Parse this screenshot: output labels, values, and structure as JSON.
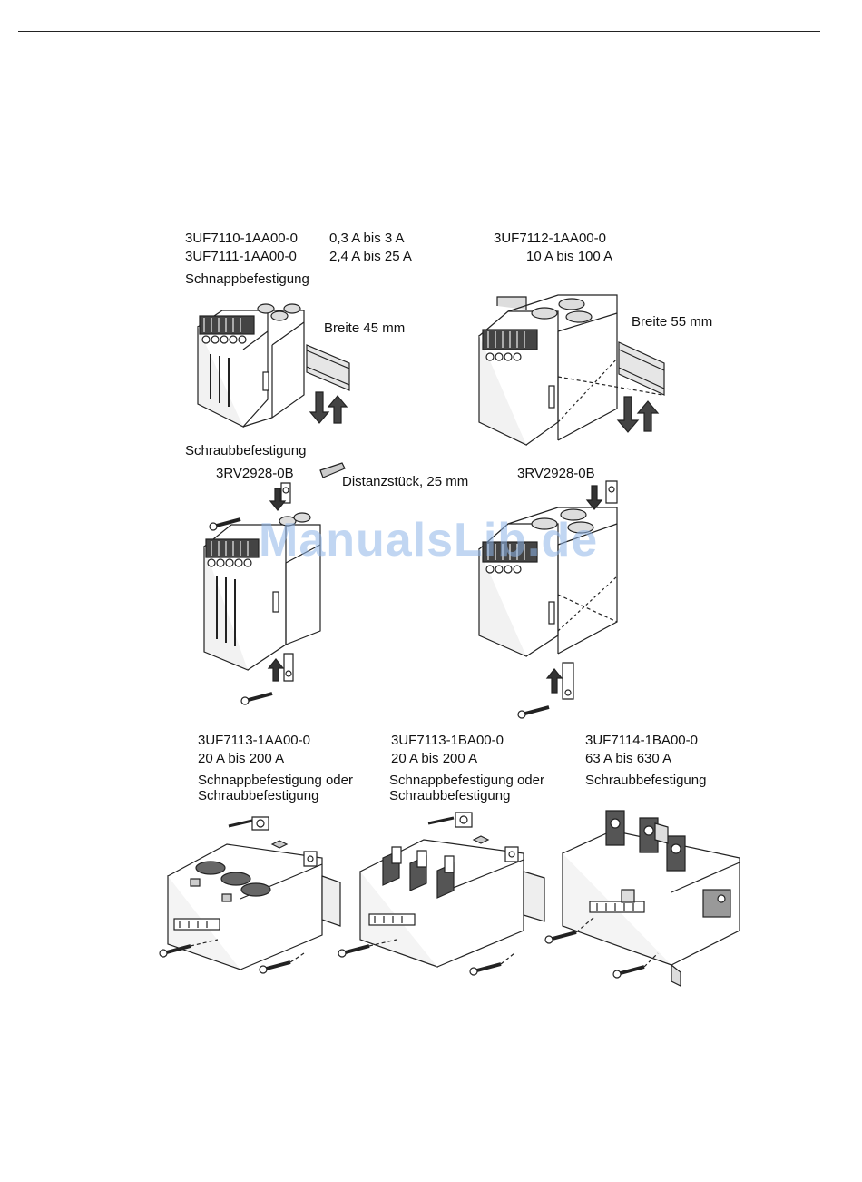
{
  "top_left": {
    "row1_part": "3UF7110-1AA00-0",
    "row1_range": "0,3 A bis 3 A",
    "row2_part": "3UF7111-1AA00-0",
    "row2_range": "2,4 A bis 25 A",
    "snap_label": "Schnappbefestigung",
    "width_label": "Breite 45 mm"
  },
  "top_right": {
    "part": "3UF7112-1AA00-0",
    "range": "10 A bis 100 A",
    "width_label": "Breite 55 mm"
  },
  "middle": {
    "screw_label": "Schraubbefestigung",
    "left_accessory": "3RV2928-0B",
    "spacer_label": "Distanzstück, 25 mm",
    "right_accessory": "3RV2928-0B"
  },
  "bottom": [
    {
      "part": "3UF7113-1AA00-0",
      "range": "20 A bis 200 A",
      "mount_line1": "Schnappbefestigung oder",
      "mount_line2": "Schraubbefestigung"
    },
    {
      "part": "3UF7113-1BA00-0",
      "range": "20 A bis 200 A",
      "mount_line1": "Schnappbefestigung oder",
      "mount_line2": "Schraubbefestigung"
    },
    {
      "part": "3UF7114-1BA00-0",
      "range": "63 A bis 630 A",
      "mount_line1": "Schraubbefestigung",
      "mount_line2": ""
    }
  ],
  "watermark": "ManualsLib.de",
  "colors": {
    "line": "#222222",
    "shade": "#cfcfcf",
    "dark": "#555555",
    "watermark": "#8fb6e8"
  },
  "icons": [
    "screw-icon",
    "arrow-down-icon",
    "arrow-up-icon",
    "din-rail-icon"
  ]
}
